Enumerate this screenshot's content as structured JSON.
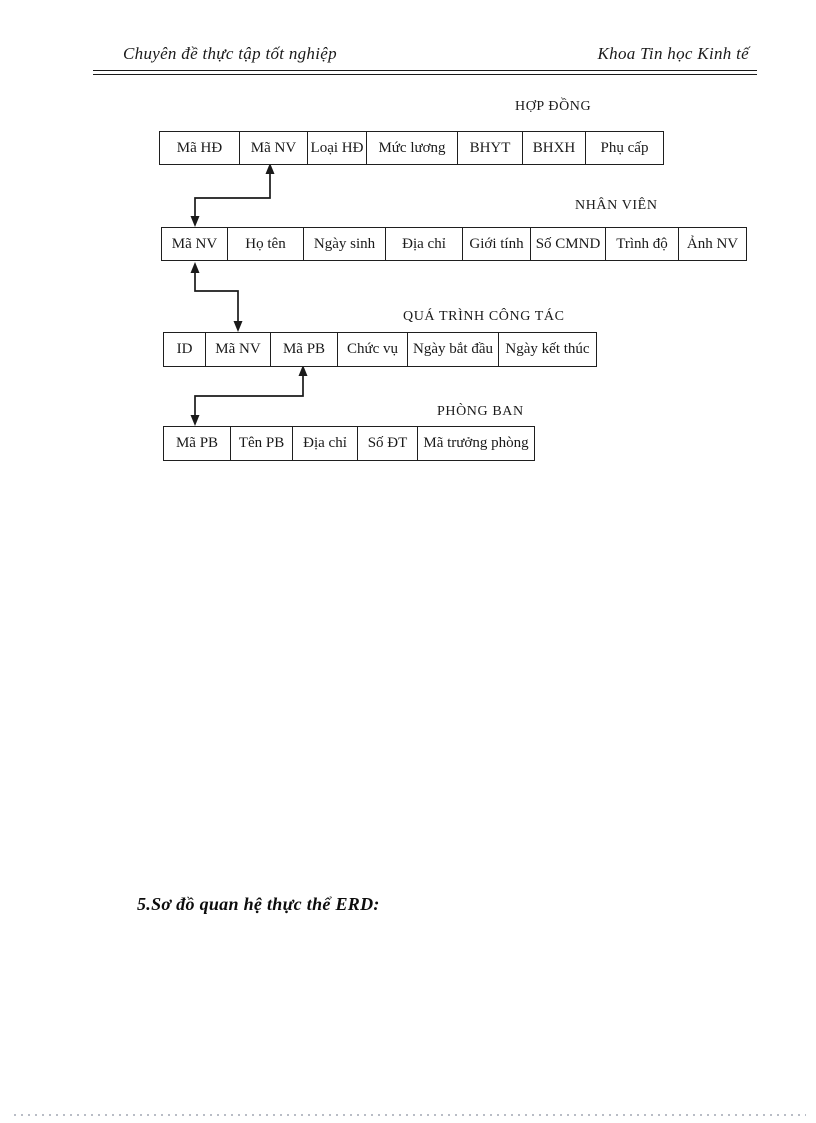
{
  "header": {
    "left_title": "Chuyên đề thực tập tốt nghiệp",
    "right_title": "Khoa Tin học Kinh tế"
  },
  "tables": [
    {
      "title": "HỢP ĐỒNG",
      "columns": [
        "Mã HĐ",
        "Mã NV",
        "Loại HĐ",
        "Mức lương",
        "BHYT",
        "BHXH",
        "Phụ cấp"
      ]
    },
    {
      "title": "NHÂN VIÊN",
      "columns": [
        "Mã NV",
        "Họ tên",
        "Ngày sinh",
        "Địa chỉ",
        "Giới tính",
        "Số CMND",
        "Trình độ",
        "Ảnh NV"
      ]
    },
    {
      "title": "QUÁ TRÌNH CÔNG TÁC",
      "columns": [
        "ID",
        "Mã NV",
        "Mã PB",
        "Chức vụ",
        "Ngày bắt đầu",
        "Ngày kết thúc"
      ]
    },
    {
      "title": "PHÒNG BAN",
      "columns": [
        "Mã PB",
        "Tên PB",
        "Địa chỉ",
        "Số ĐT",
        "Mã trưởng phòng"
      ]
    }
  ],
  "relationships": [
    {
      "from": "HỢP ĐỒNG.Mã NV",
      "to": "NHÂN VIÊN.Mã NV"
    },
    {
      "from": "NHÂN VIÊN.Mã NV",
      "to": "QUÁ TRÌNH CÔNG TÁC.Mã NV"
    },
    {
      "from": "QUÁ TRÌNH CÔNG TÁC.Mã PB",
      "to": "PHÒNG BAN.Mã PB"
    }
  ],
  "section_heading": "5.Sơ đồ quan hệ thực thể ERD:",
  "colors": {
    "ink": "#1a1a1a",
    "dotted_rule": "#b9bdc6"
  }
}
